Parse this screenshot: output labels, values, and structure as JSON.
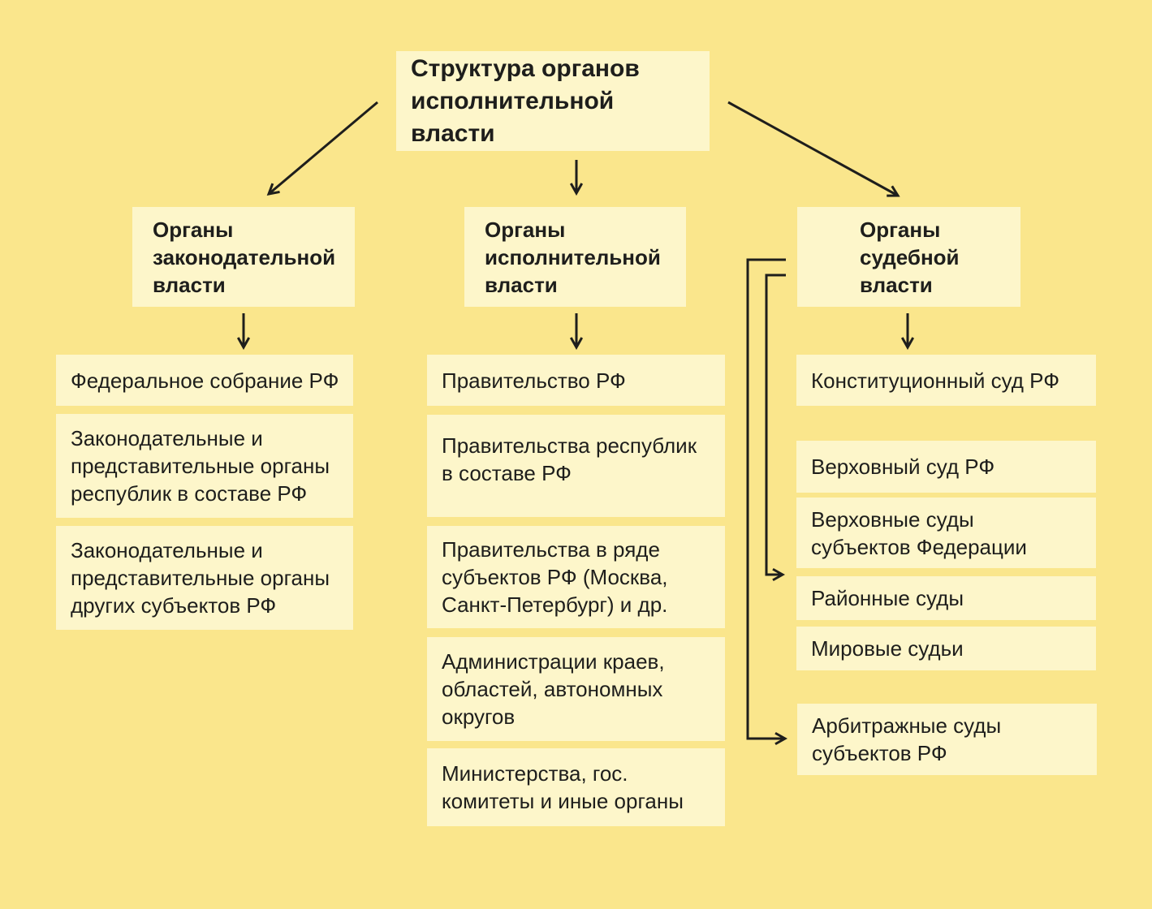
{
  "title": {
    "text": "Структура органов\nисполнительной власти"
  },
  "columns": [
    {
      "id": "legislative",
      "header": {
        "text": "Органы\nзаконодательной\nвласти"
      },
      "boxes": [
        {
          "text": "Федеральное собрание РФ"
        },
        {
          "text": "Законодательные и\nпредставительные органы\nреспублик в составе РФ"
        },
        {
          "text": "Законодательные и\nпредставительные органы\nдругих субъектов РФ"
        }
      ]
    },
    {
      "id": "executive",
      "header": {
        "text": "Органы\nисполнительной\nвласти"
      },
      "boxes": [
        {
          "text": "Правительство РФ"
        },
        {
          "text": "Правительства республик\nв составе РФ"
        },
        {
          "text": "Правительства в ряде\nсубъектов РФ (Москва,\nСанкт-Петербург) и др."
        },
        {
          "text": "Администрации краев,\nобластей, автономных\nокругов"
        },
        {
          "text": "Министерства, гос.\nкомитеты и иные органы"
        }
      ]
    },
    {
      "id": "judicial",
      "header": {
        "text": "Органы\nсудебной\nвласти"
      },
      "boxes": [
        {
          "text": "Конституционный суд РФ"
        },
        {
          "text": "Верховный суд РФ"
        },
        {
          "text": "Верховные суды\nсубъектов Федерации"
        },
        {
          "text": "Районные суды"
        },
        {
          "text": "Мировые судьи"
        },
        {
          "text": "Арбитражные суды\nсубъектов РФ"
        }
      ]
    }
  ],
  "colors": {
    "background": "#FAE68C",
    "box": "#FDF6CA",
    "text": "#1E1E1C",
    "line": "#1E1E1C"
  }
}
